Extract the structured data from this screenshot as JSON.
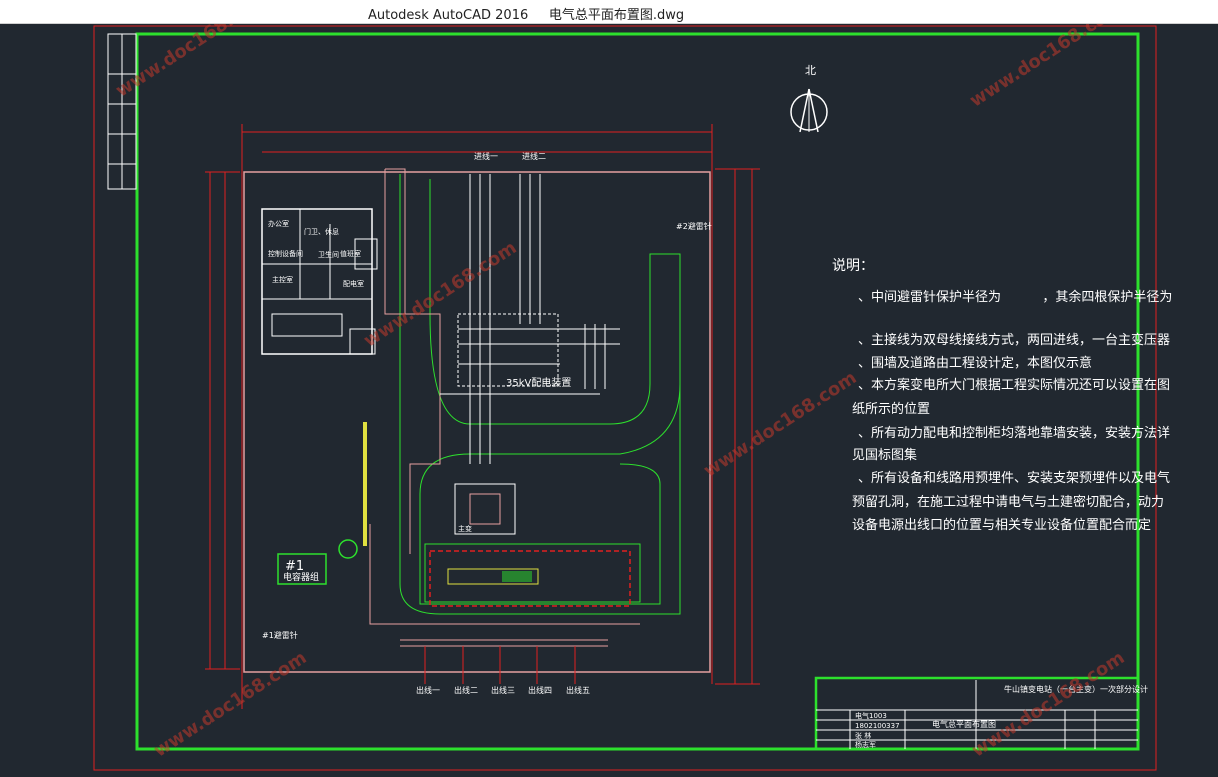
{
  "window": {
    "title": "Autodesk AutoCAD 2016     电气总平面布置图.dwg"
  },
  "drawing": {
    "north_label": "北",
    "legend_labels": {
      "incoming_1": "进线一",
      "incoming_2": "进线二",
      "substation_35kv": "35kV配电装置",
      "main_transformer": "主变",
      "rooms": [
        "办公室",
        "门卫、休息",
        "卫生间",
        "值班室",
        "主控室",
        "控制设备间",
        "配电室"
      ],
      "capacitor": "#1\n电容器组",
      "lightning_1": "#1避雷针",
      "lightning_2": "#2避雷针",
      "outgoing": [
        "出线一",
        "出线二",
        "出线三",
        "出线四",
        "出线五"
      ]
    },
    "notes": {
      "title": "说明：",
      "lines": [
        "、中间避雷针保护半径为          ，其余四根保护半径为",
        "、主接线为双母线接线方式，两回进线，一台主变压器",
        "、围墙及道路由工程设计定，本图仅示意",
        "、本方案变电所大门根据工程实际情况还可以设置在图",
        "纸所示的位置",
        "、所有动力配电和控制柜均落地靠墙安装，安装方法详",
        "见国标图集",
        "、所有设备和线路用预埋件、安装支架预埋件以及电气",
        "预留孔洞，在施工过程中请电气与土建密切配合，动力",
        "设备电源出线口的位置与相关专业设备位置配合而定"
      ]
    },
    "title_block": {
      "project": "牛山镇变电站（一台主变）一次部分设计",
      "drawing_name": "电气总平面布置图",
      "student_no": "电气1003",
      "id_no": "1802100337",
      "name": "张 林",
      "advisor": "杨志军"
    }
  },
  "watermark": {
    "text": "www.doc168.com"
  },
  "colors": {
    "background": "#212830",
    "border": "#2de02d",
    "red": "#e02020",
    "white": "#ffffff",
    "pink": "#e6a0a0",
    "yellow": "#e0e040"
  }
}
